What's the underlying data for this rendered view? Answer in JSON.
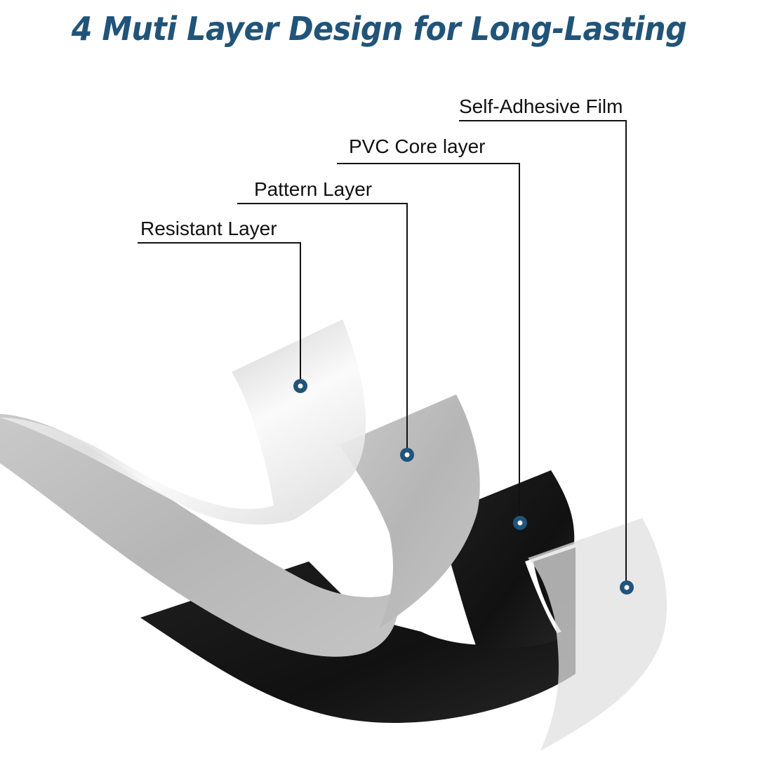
{
  "title": "4 Muti Layer Design for Long-Lasting",
  "colors": {
    "title": "#215479",
    "marker": "#215479",
    "leader_line": "#111111",
    "resistant_layer": "#eeeeee",
    "pattern_layer": "#bdbdbd",
    "pvc_core_layer": "#161616",
    "self_adhesive_film": "#e4e4e4"
  },
  "layers": [
    {
      "id": "resistant",
      "label": "Resistant Layer",
      "icon": "marker-dot-icon"
    },
    {
      "id": "pattern",
      "label": "Pattern Layer",
      "icon": "marker-dot-icon"
    },
    {
      "id": "pvc-core",
      "label": "PVC Core layer",
      "icon": "marker-dot-icon"
    },
    {
      "id": "self-adhesive",
      "label": "Self-Adhesive Film",
      "icon": "marker-dot-icon"
    }
  ]
}
